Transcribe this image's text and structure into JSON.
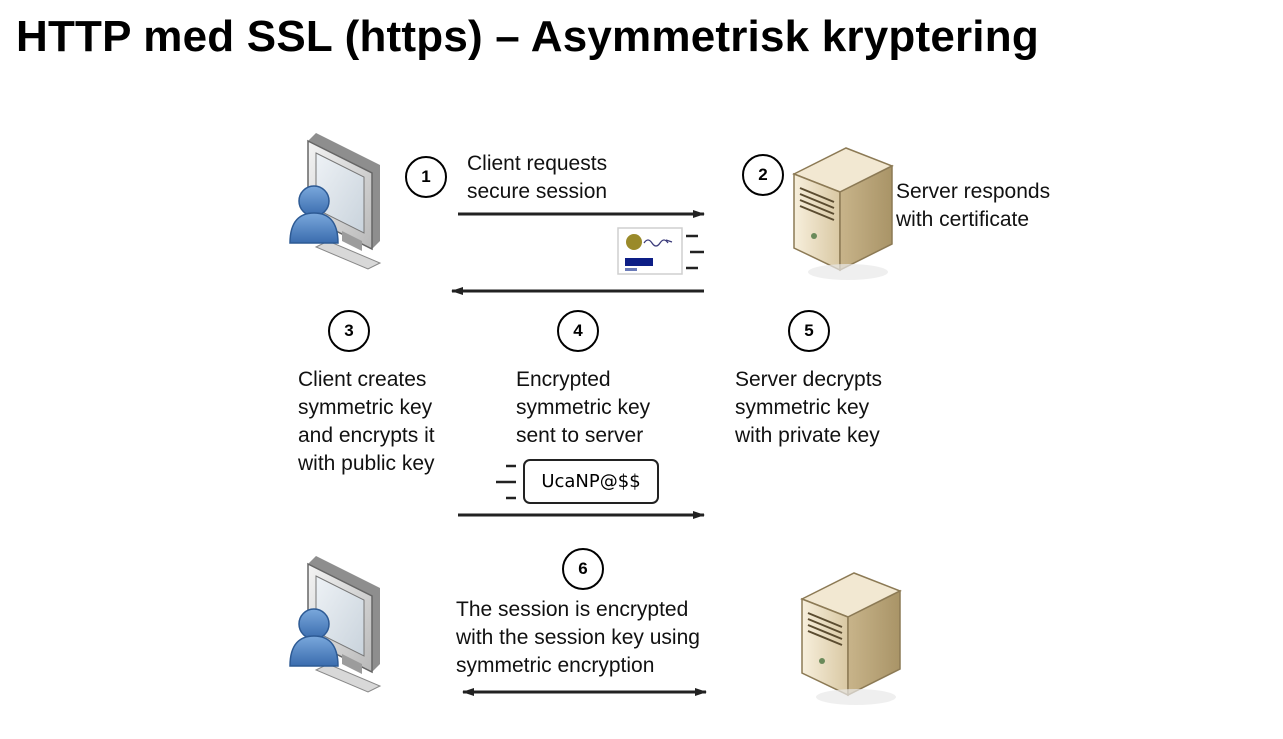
{
  "title": "HTTP med SSL (https) – Asymmetrisk kryptering",
  "steps": [
    {
      "number": "1",
      "lines": [
        "Client requests",
        "secure session"
      ]
    },
    {
      "number": "2",
      "lines": [
        "Server responds",
        "with certificate"
      ]
    },
    {
      "number": "3",
      "lines": [
        "Client creates",
        "symmetric key",
        "and encrypts it",
        "with public key"
      ]
    },
    {
      "number": "4",
      "lines": [
        "Encrypted",
        "symmetric key",
        "sent to server"
      ]
    },
    {
      "number": "5",
      "lines": [
        "Server decrypts",
        "symmetric key",
        "with private key"
      ]
    },
    {
      "number": "6",
      "lines": [
        "The session is encrypted",
        "with the session key using",
        "symmetric encryption"
      ]
    }
  ],
  "encrypted_key_text": "UcaNP@$$",
  "icons": [
    "client-computer-icon",
    "server-icon",
    "certificate-icon",
    "encrypted-packet-icon"
  ],
  "colors": {
    "user": "#4a7fc1",
    "server": "#e9dcc0",
    "certificate_seal": "#9a8a2a",
    "certificate_bar": "#0d1e86"
  }
}
